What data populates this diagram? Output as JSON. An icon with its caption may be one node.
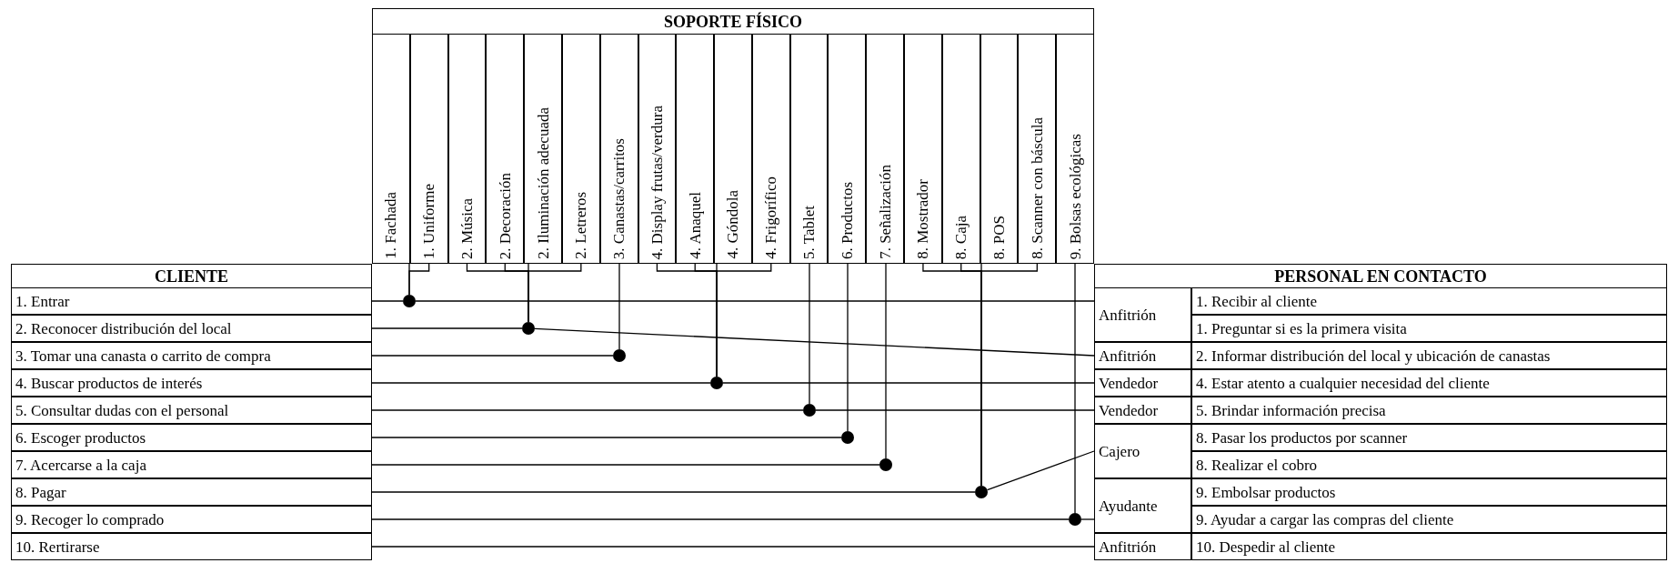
{
  "diagram": {
    "nodes": [
      {
        "text": [
          "SOPORTE FÍSICO"
        ]
      },
      {
        "text": [
          "1. Fachada"
        ],
        "in": 0
      },
      {
        "text": [
          "1. Uniforme"
        ],
        "in": 0
      },
      {
        "text": [
          "2. Música"
        ],
        "in": 0
      },
      {
        "text": [
          "2. Decoración"
        ],
        "in": 0
      },
      {
        "text": [
          "2. Iluminación adecuada"
        ],
        "in": 0
      },
      {
        "text": [
          "2. Letreros"
        ],
        "in": 0
      },
      {
        "text": [
          "3. Canastas/carritos"
        ],
        "in": 0
      },
      {
        "text": [
          "4. Display frutas/verdura"
        ],
        "in": 0
      },
      {
        "text": [
          "4. Anaquel"
        ],
        "in": 0
      },
      {
        "text": [
          "4. Góndola"
        ],
        "in": 0
      },
      {
        "text": [
          "4. Frigorífico"
        ],
        "in": 0
      },
      {
        "text": [
          "5. Tablet"
        ],
        "in": 0
      },
      {
        "text": [
          "6. Productos"
        ],
        "in": 0
      },
      {
        "text": [
          "7. Señalización"
        ],
        "in": 0
      },
      {
        "text": [
          "8. Mostrador"
        ],
        "in": 0
      },
      {
        "text": [
          "8. Caja"
        ],
        "in": 0
      },
      {
        "text": [
          "8. POS"
        ],
        "in": 0
      },
      {
        "text": [
          "8. Scanner con báscula"
        ],
        "in": 0
      },
      {
        "text": [
          "9. Bolsas ecológicas"
        ],
        "in": 0
      },
      {
        "text": [
          "CLIENTE"
        ]
      },
      {
        "text": [
          "1. Entrar"
        ],
        "in": 20
      },
      {
        "text": [
          "2. Reconocer distribución del local"
        ],
        "in": 20
      },
      {
        "text": [
          "3. Tomar una canasta o carrito de compra"
        ],
        "in": 20
      },
      {
        "text": [
          "4. Buscar productos de interés"
        ],
        "in": 20
      },
      {
        "text": [
          "5. Consultar dudas con el personal"
        ],
        "in": 20
      },
      {
        "text": [
          "6. Escoger productos"
        ],
        "in": 20
      },
      {
        "text": [
          "7. Acercarse a la caja"
        ],
        "in": 20
      },
      {
        "text": [
          "8. Pagar"
        ],
        "in": 20
      },
      {
        "text": [
          "9. Recoger lo comprado"
        ],
        "in": 20
      },
      {
        "text": [
          "10. Rertirarse"
        ],
        "in": 20
      },
      {
        "text": [
          "PERSONAL EN CONTACTO"
        ]
      },
      {
        "text": [
          "Anfitrión"
        ],
        "in": 31
      },
      {
        "text": [
          "Anfitrión"
        ],
        "in": 31
      },
      {
        "text": [
          "Vendedor"
        ],
        "in": 31
      },
      {
        "text": [
          "Vendedor"
        ],
        "in": 31
      },
      {
        "text": [
          "Cajero"
        ],
        "in": 31
      },
      {
        "text": [
          "Ayudante"
        ],
        "in": 31
      },
      {
        "text": [
          "Anfitrión"
        ],
        "in": 31
      },
      {
        "text": [
          "1. Recibir al cliente"
        ],
        "in": 31
      },
      {
        "text": [
          "1. Preguntar si es la primera visita"
        ],
        "in": 31
      },
      {
        "text": [
          "2. Informar distribución del local y ubicación de canastas"
        ],
        "in": 31
      },
      {
        "text": [
          "4. Estar atento a cualquier necesidad del cliente"
        ],
        "in": 31
      },
      {
        "text": [
          "5. Brindar información precisa"
        ],
        "in": 31
      },
      {
        "text": [
          "8. Pasar los productos por scanner"
        ],
        "in": 31
      },
      {
        "text": [
          "8. Realizar el cobro"
        ],
        "in": 31
      },
      {
        "text": [
          "9. Embolsar productos"
        ],
        "in": 31
      },
      {
        "text": [
          "9. Ayudar a cargar las compras del cliente"
        ],
        "in": 31
      },
      {
        "text": [
          "10. Despedir al cliente"
        ],
        "in": 31
      },
      {
        "text": [],
        "shape": "circle"
      },
      {
        "text": [],
        "shape": "circle"
      },
      {
        "text": [],
        "shape": "circle"
      },
      {
        "text": [],
        "shape": "circle"
      },
      {
        "text": [],
        "shape": "circle"
      },
      {
        "text": [],
        "shape": "circle"
      },
      {
        "text": [],
        "shape": "circle"
      },
      {
        "text": [],
        "shape": "circle"
      },
      {
        "text": [],
        "shape": "circle"
      }
    ],
    "edges": [
      {
        "from": 21,
        "to": 49,
        "arrow": "none"
      },
      {
        "from": 49,
        "to": 32,
        "arrow": "none"
      },
      {
        "from": 49,
        "to": 1,
        "arrow": "none"
      },
      {
        "from": 49,
        "to": 2,
        "arrow": "none"
      },
      {
        "from": 22,
        "to": 50,
        "arrow": "none"
      },
      {
        "from": 50,
        "to": 33,
        "arrow": "none"
      },
      {
        "from": 50,
        "to": 3,
        "arrow": "none"
      },
      {
        "from": 50,
        "to": 4,
        "arrow": "none"
      },
      {
        "from": 50,
        "to": 5,
        "arrow": "none"
      },
      {
        "from": 50,
        "to": 6,
        "arrow": "none"
      },
      {
        "from": 23,
        "to": 51,
        "arrow": "none"
      },
      {
        "from": 51,
        "to": 7,
        "arrow": "none"
      },
      {
        "from": 24,
        "to": 52,
        "arrow": "none"
      },
      {
        "from": 52,
        "to": 34,
        "arrow": "none"
      },
      {
        "from": 52,
        "to": 8,
        "arrow": "none"
      },
      {
        "from": 52,
        "to": 9,
        "arrow": "none"
      },
      {
        "from": 52,
        "to": 10,
        "arrow": "none"
      },
      {
        "from": 52,
        "to": 11,
        "arrow": "none"
      },
      {
        "from": 25,
        "to": 53,
        "arrow": "none"
      },
      {
        "from": 53,
        "to": 35,
        "arrow": "none"
      },
      {
        "from": 53,
        "to": 12,
        "arrow": "none"
      },
      {
        "from": 26,
        "to": 54,
        "arrow": "none"
      },
      {
        "from": 54,
        "to": 13,
        "arrow": "none"
      },
      {
        "from": 27,
        "to": 55,
        "arrow": "none"
      },
      {
        "from": 55,
        "to": 14,
        "arrow": "none"
      },
      {
        "from": 28,
        "to": 56,
        "arrow": "none"
      },
      {
        "from": 56,
        "to": 36,
        "arrow": "none"
      },
      {
        "from": 56,
        "to": 15,
        "arrow": "none"
      },
      {
        "from": 56,
        "to": 16,
        "arrow": "none"
      },
      {
        "from": 56,
        "to": 17,
        "arrow": "none"
      },
      {
        "from": 56,
        "to": 18,
        "arrow": "none"
      },
      {
        "from": 29,
        "to": 57,
        "arrow": "none"
      },
      {
        "from": 57,
        "to": 37,
        "arrow": "none"
      },
      {
        "from": 57,
        "to": 19,
        "arrow": "none"
      },
      {
        "from": 30,
        "to": 38,
        "arrow": "none"
      }
    ]
  }
}
